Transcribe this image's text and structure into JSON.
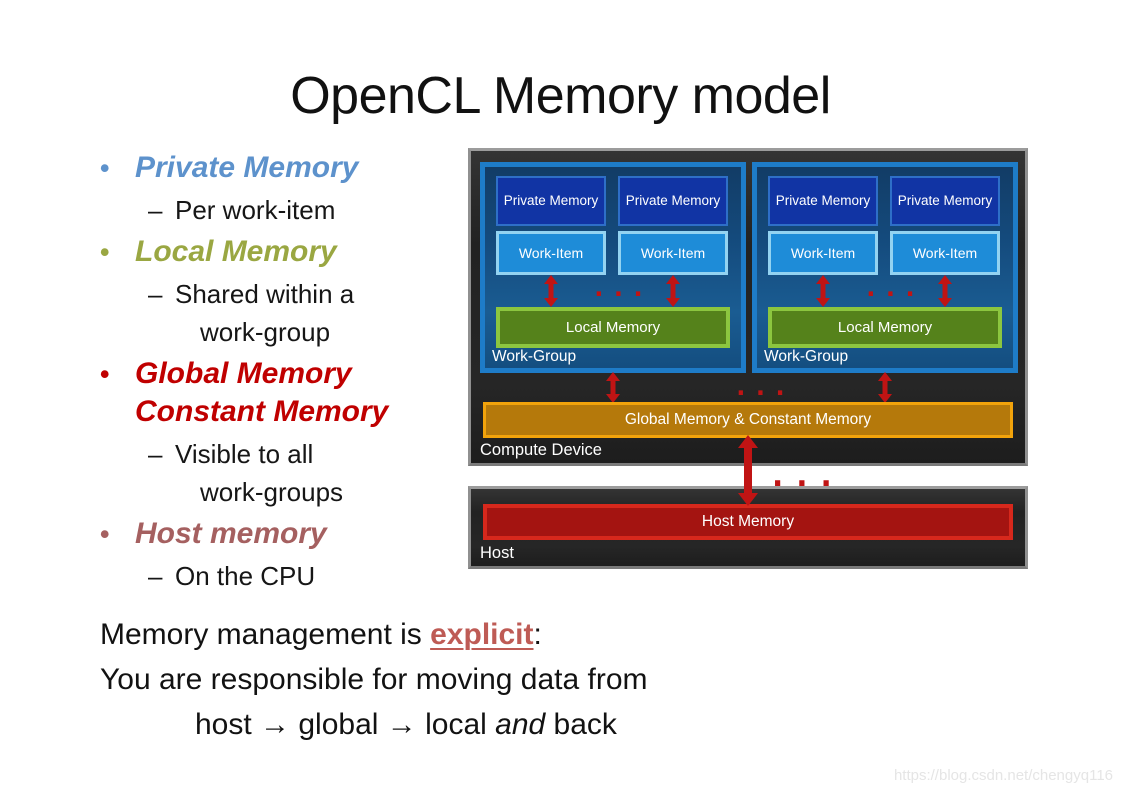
{
  "title": "OpenCL Memory model",
  "chars": {
    "bullet": "•",
    "dash": "–"
  },
  "colors": {
    "private_heading": "#5D92CC",
    "local_heading": "#9AA742",
    "global_heading": "#C00000",
    "host_heading": "#A56060",
    "explicit_emphasis": "#BE5B55",
    "arrow_red": "#C01414",
    "work_group_border": "#1E7CC8",
    "private_box_fill": "#1134A4",
    "work_item_fill": "#1E8CD8",
    "work_item_border": "#93D3F1",
    "local_memory_fill": "#55821B",
    "local_memory_border": "#8CC63F",
    "global_memory_fill": "#B5790B",
    "global_memory_border": "#F2A30B",
    "host_memory_fill": "#A41411",
    "host_memory_border": "#D7281C"
  },
  "list": [
    {
      "title": "Private Memory",
      "sub1": "Per work-item"
    },
    {
      "title": "Local Memory",
      "sub1": "Shared within a",
      "sub1b": "work-group"
    },
    {
      "title": "Global Memory",
      "title2": "Constant Memory",
      "sub1": "Visible to all",
      "sub1b": "work-groups"
    },
    {
      "title": "Host memory",
      "sub1": "On the CPU"
    }
  ],
  "diagram": {
    "ellipsis": "...",
    "compute_device_label": "Compute Device",
    "global_memory_label": "Global Memory & Constant Memory",
    "host_frame_label": "Host",
    "host_memory_label": "Host Memory",
    "work_groups": [
      {
        "label": "Work-Group",
        "pm1": "Private Memory",
        "pm2": "Private Memory",
        "wi1": "Work-Item",
        "wi2": "Work-Item",
        "local": "Local Memory"
      },
      {
        "label": "Work-Group",
        "pm1": "Private Memory",
        "pm2": "Private Memory",
        "wi1": "Work-Item",
        "wi2": "Work-Item",
        "local": "Local Memory"
      }
    ]
  },
  "footer": {
    "line1_prefix": "Memory management is ",
    "line1_emph": "explicit",
    "line1_suffix": ":",
    "line2": "You are responsible for moving data from",
    "line3_prefix": "host → global → local ",
    "line3_italic": "and",
    "line3_suffix": " back"
  },
  "watermark": "https://blog.csdn.net/chengyq116"
}
